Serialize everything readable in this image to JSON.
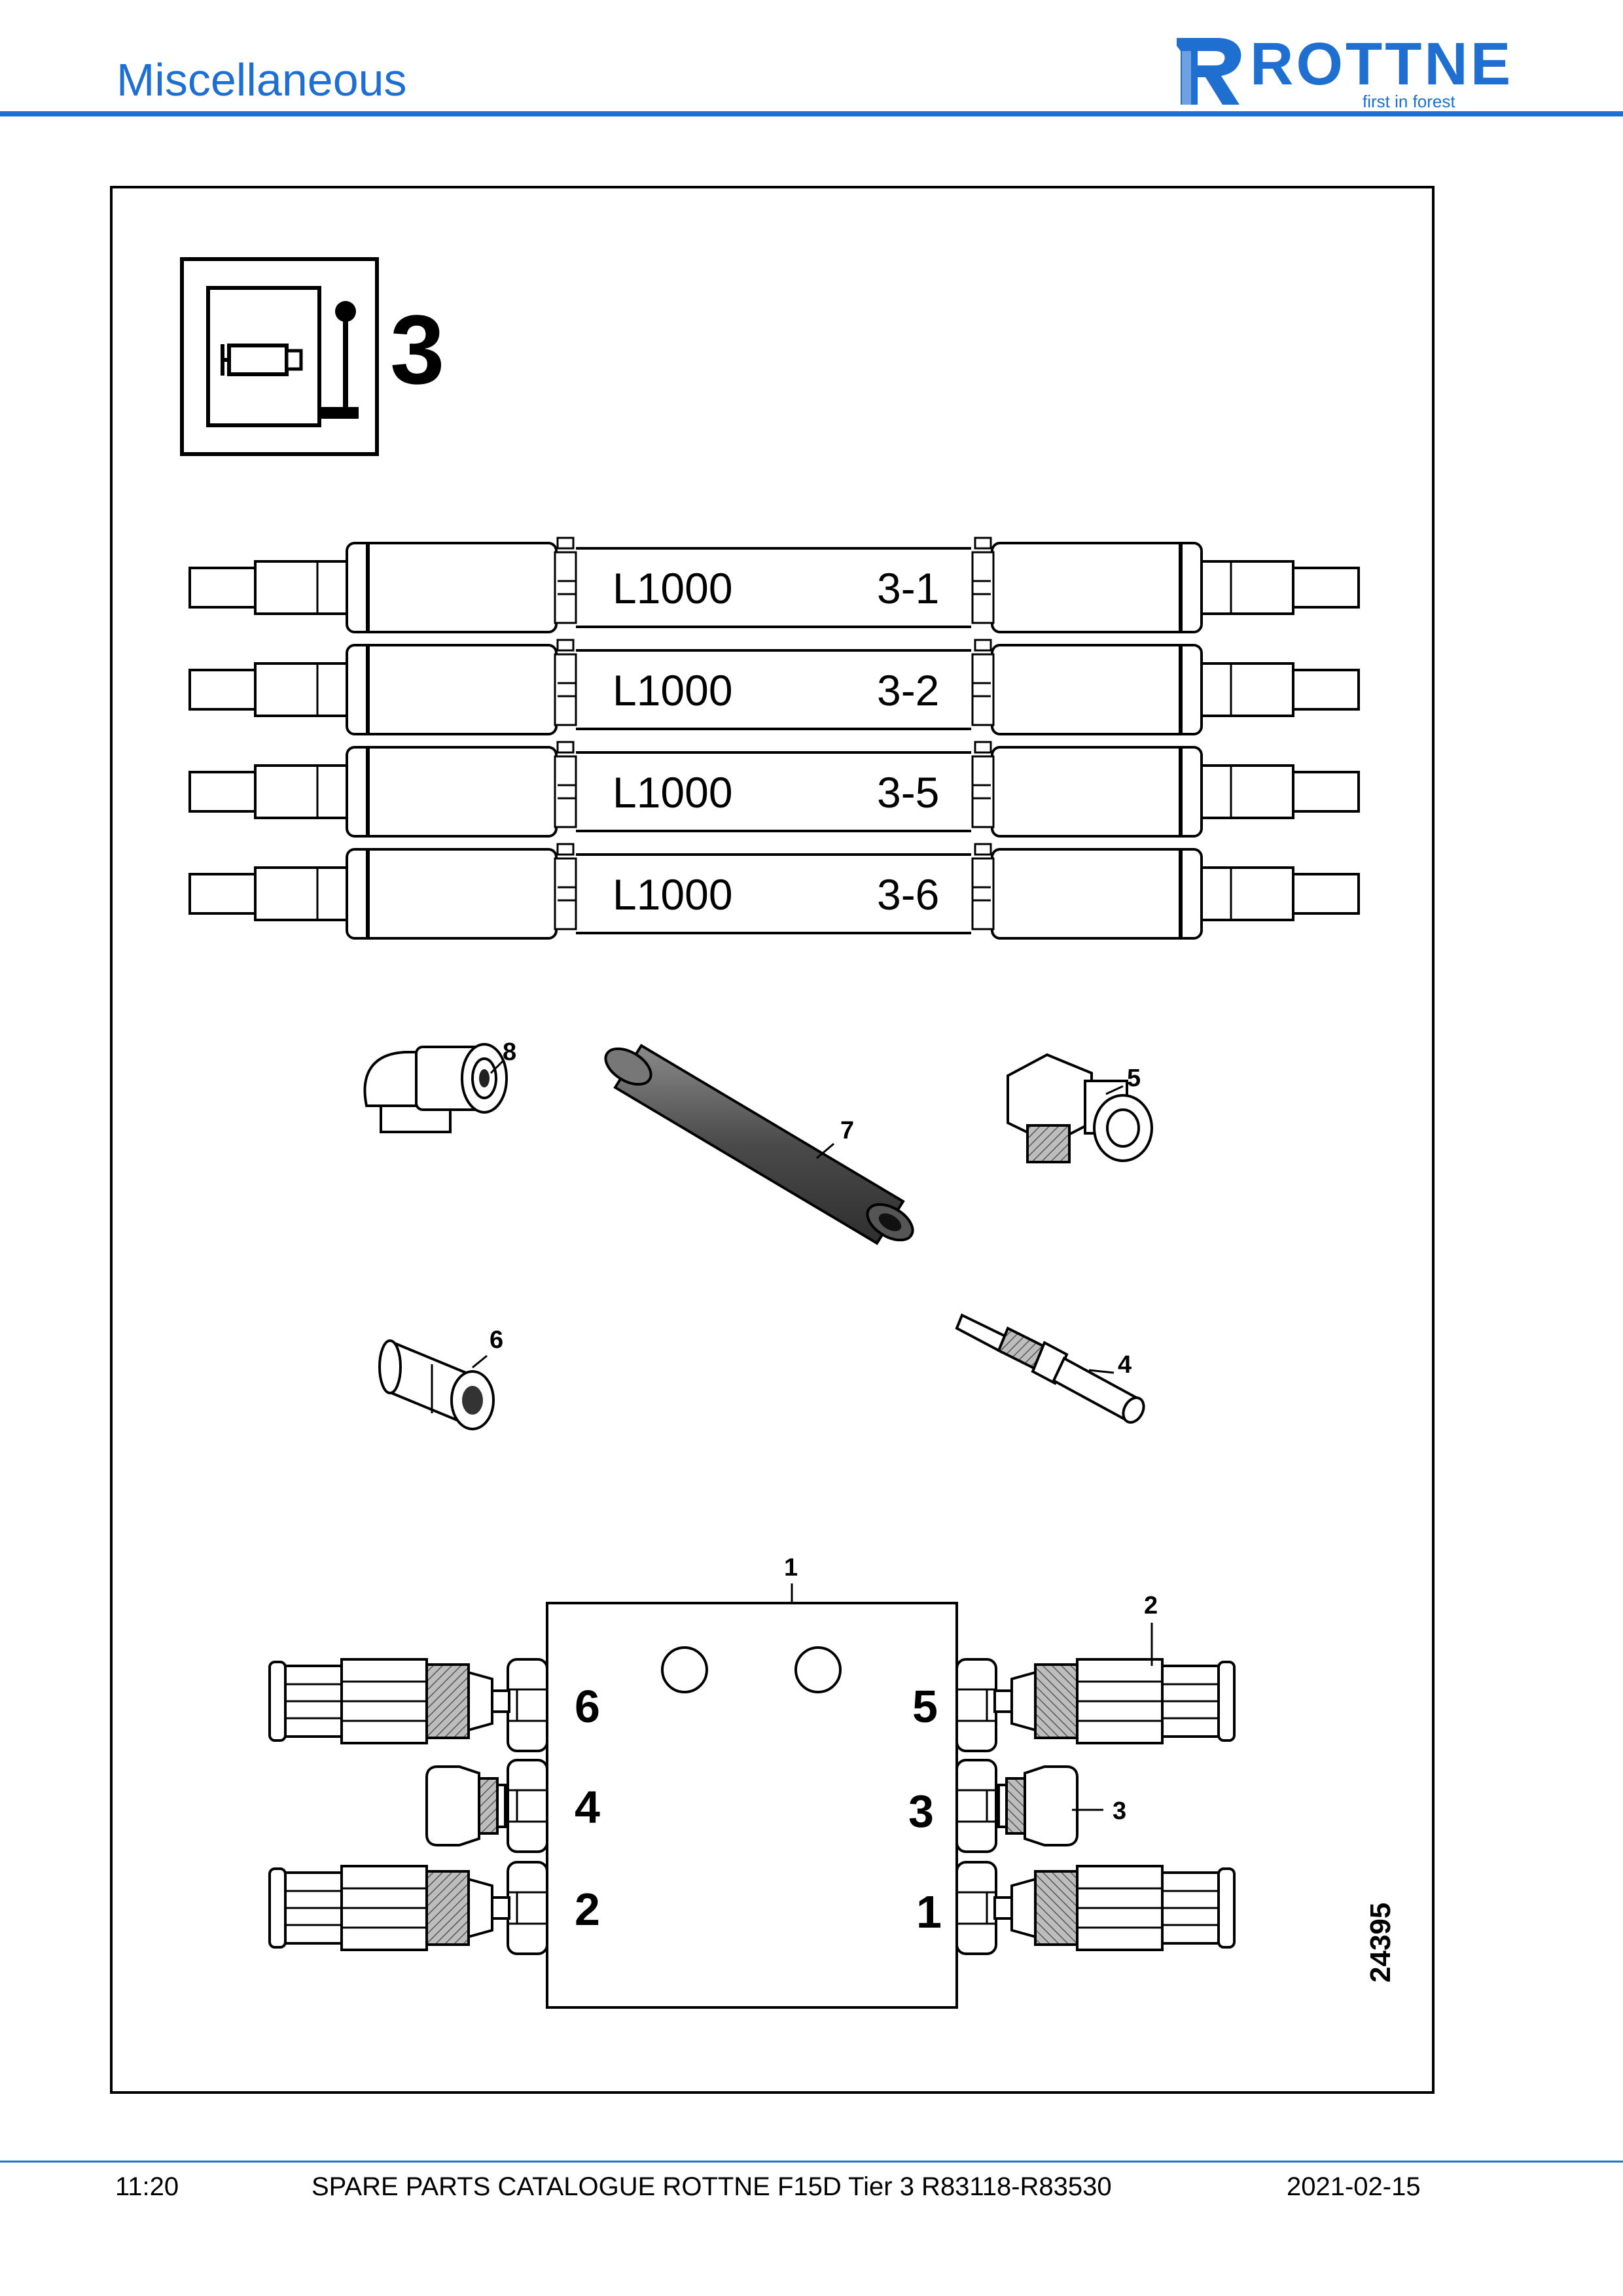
{
  "header": {
    "title": "Miscellaneous",
    "logo": {
      "word": "ROTTNE",
      "tagline": "first in forest"
    }
  },
  "figure": {
    "group_number": "3",
    "hose_length": "L1000",
    "hose_ids": [
      "3-1",
      "3-2",
      "3-5",
      "3-6"
    ],
    "callouts": [
      "8",
      "7",
      "5",
      "6",
      "4",
      "1",
      "2",
      "3"
    ],
    "port_labels": [
      "6",
      "5",
      "4",
      "3",
      "2",
      "1"
    ],
    "drawing_number": "24395"
  },
  "footer": {
    "page": "11:20",
    "title": "SPARE PARTS CATALOGUE ROTTNE F15D Tier 3 R83118-R83530",
    "date": "2021-02-15"
  }
}
